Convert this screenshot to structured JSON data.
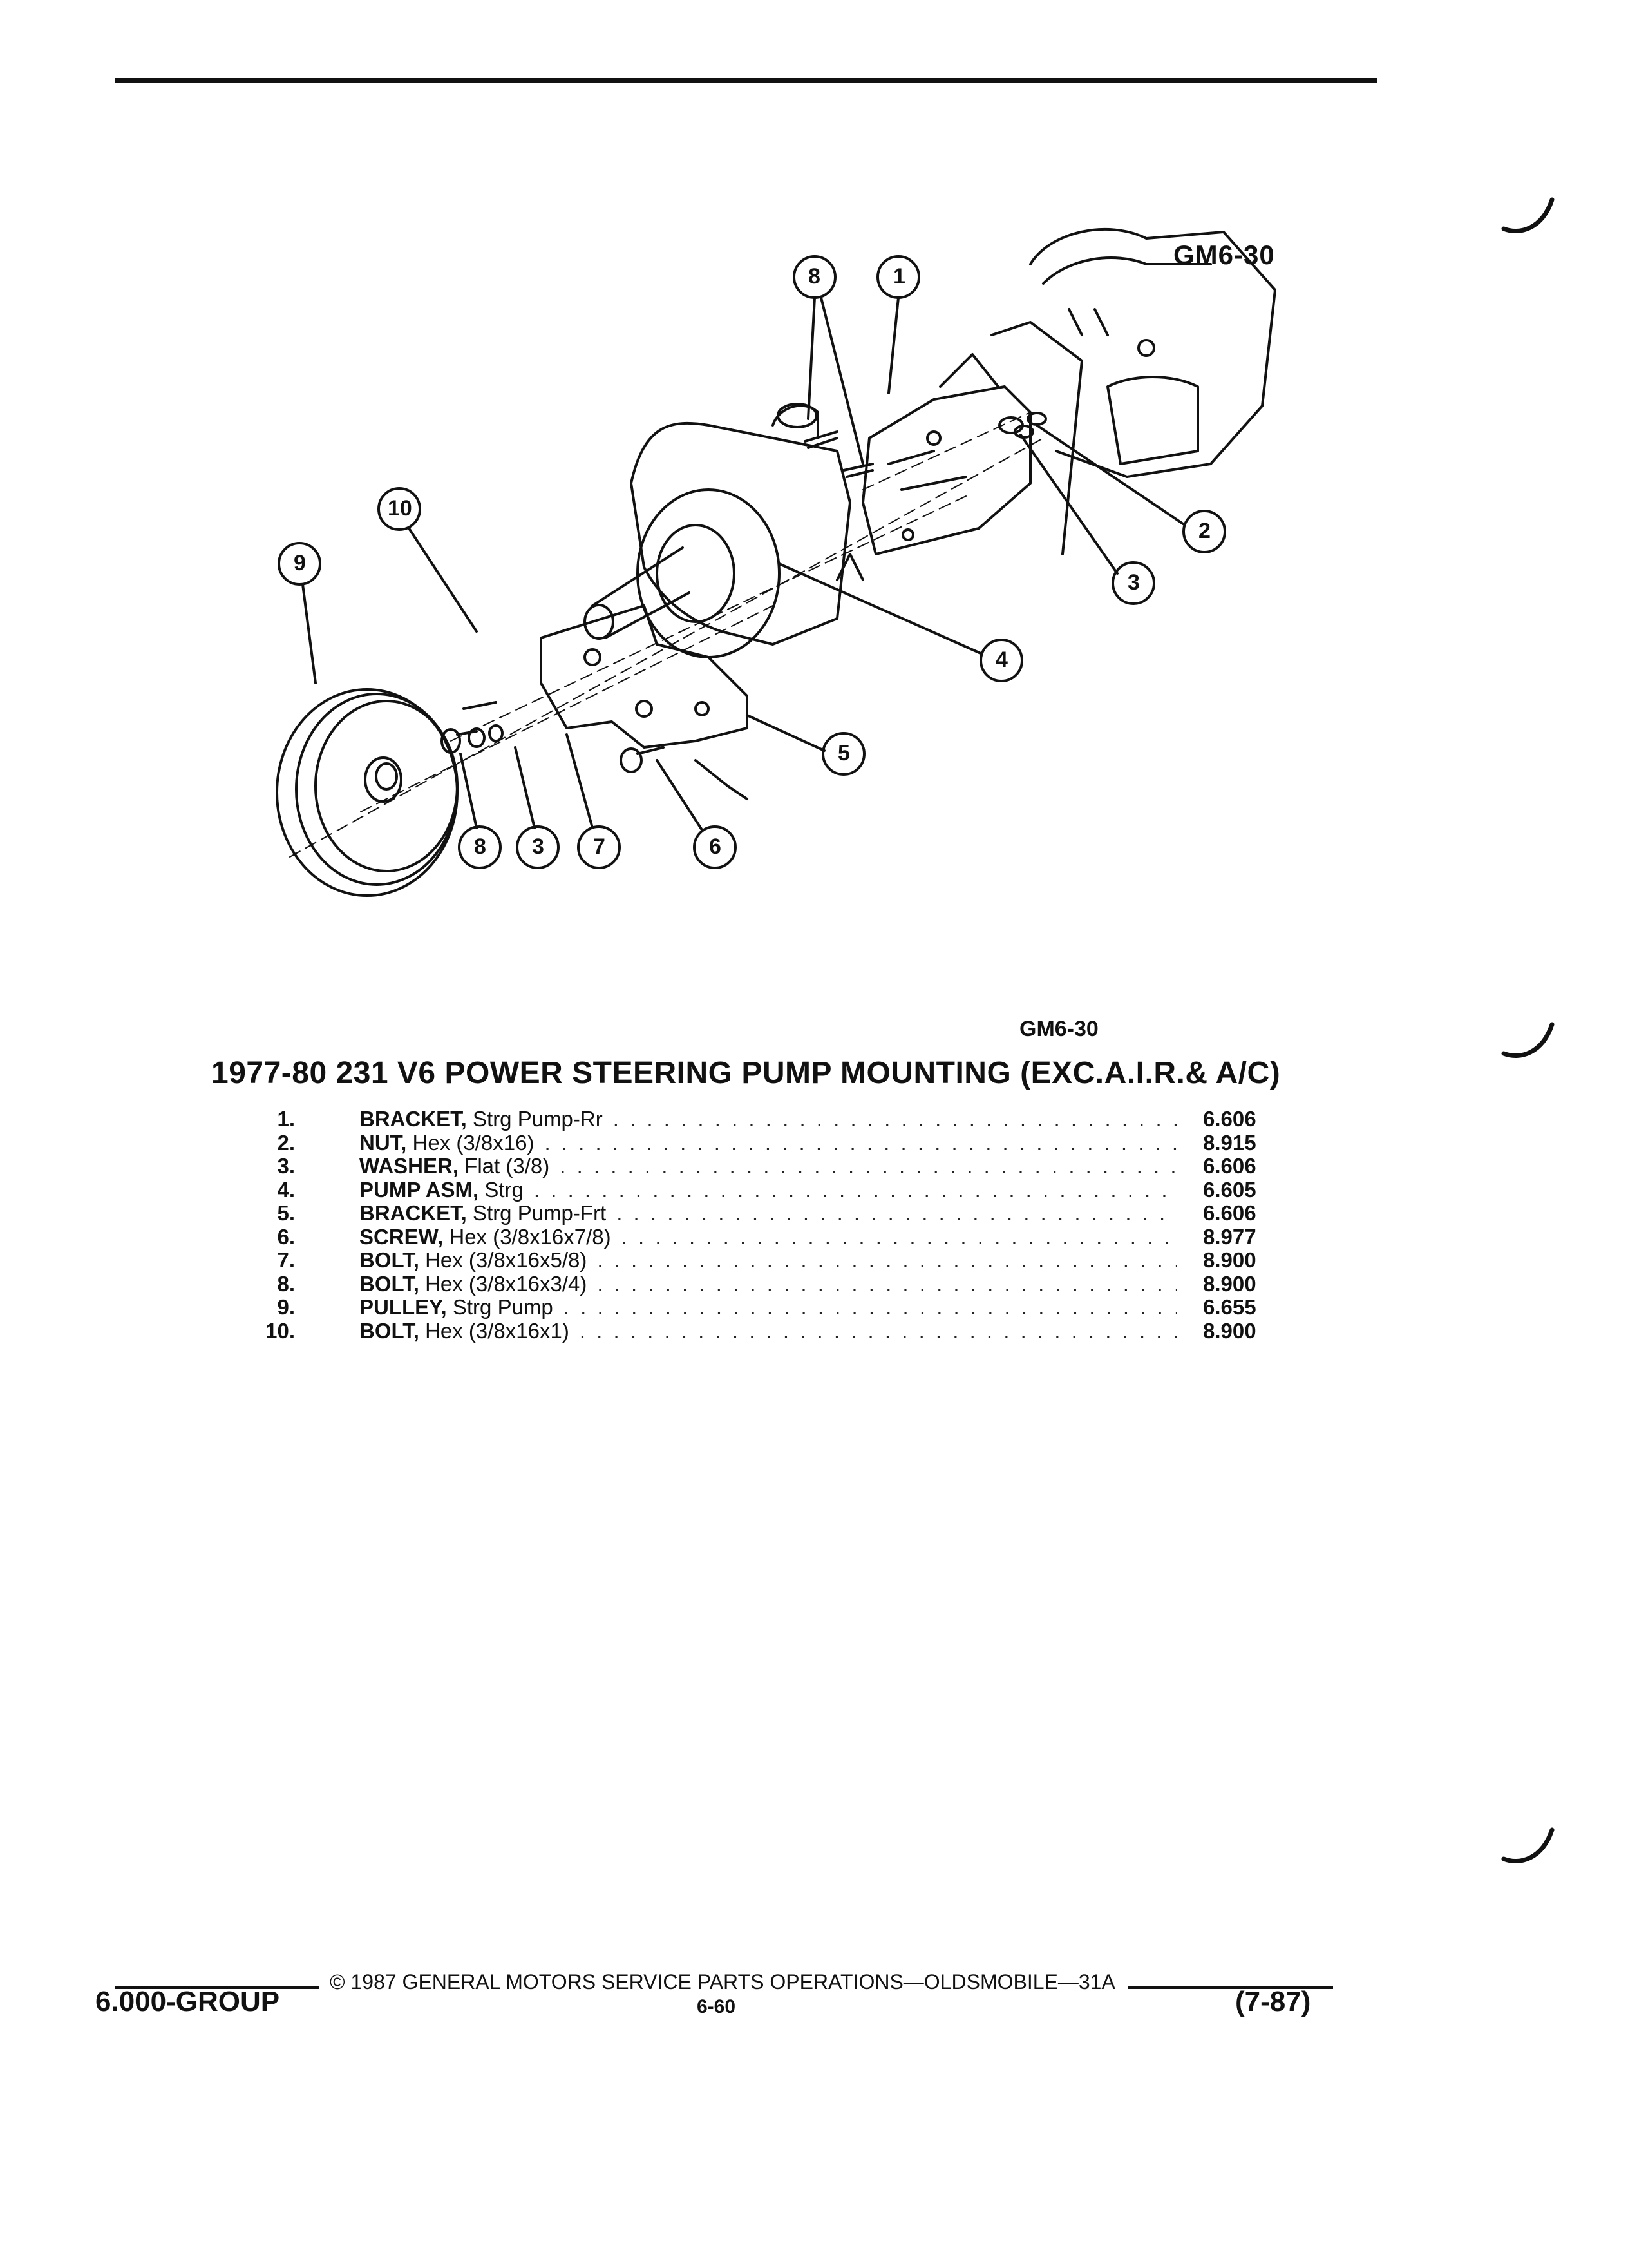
{
  "figure": {
    "label_top": "GM6-30",
    "label_bottom": "GM6-30",
    "callouts": [
      "1",
      "2",
      "3",
      "4",
      "5",
      "6",
      "7",
      "8",
      "3",
      "8",
      "9",
      "10"
    ]
  },
  "parts": {
    "title": "1977-80 231 V6 POWER STEERING PUMP MOUNTING (EXC.A.I.R.& A/C)",
    "items": [
      {
        "num": "1.",
        "name": "BRACKET,",
        "desc": "Strg Pump-Rr",
        "group": "6.606"
      },
      {
        "num": "2.",
        "name": "NUT,",
        "desc": "Hex (3/8x16)",
        "group": "8.915"
      },
      {
        "num": "3.",
        "name": "WASHER,",
        "desc": "Flat (3/8)",
        "group": "6.606"
      },
      {
        "num": "4.",
        "name": "PUMP ASM,",
        "desc": "Strg",
        "group": "6.605"
      },
      {
        "num": "5.",
        "name": "BRACKET,",
        "desc": "Strg Pump-Frt",
        "group": "6.606"
      },
      {
        "num": "6.",
        "name": "SCREW,",
        "desc": "Hex (3/8x16x7/8)",
        "group": "8.977"
      },
      {
        "num": "7.",
        "name": "BOLT,",
        "desc": "Hex (3/8x16x5/8)",
        "group": "8.900"
      },
      {
        "num": "8.",
        "name": "BOLT,",
        "desc": "Hex (3/8x16x3/4)",
        "group": "8.900"
      },
      {
        "num": "9.",
        "name": "PULLEY,",
        "desc": "Strg Pump",
        "group": "6.655"
      },
      {
        "num": "10.",
        "name": "BOLT,",
        "desc": "Hex (3/8x16x1)",
        "group": "8.900"
      }
    ]
  },
  "footer": {
    "copyright": "© 1987 GENERAL MOTORS SERVICE PARTS OPERATIONS—OLDSMOBILE—31A",
    "group": "6.000-GROUP",
    "page": "6-60",
    "date": "(7-87)"
  }
}
